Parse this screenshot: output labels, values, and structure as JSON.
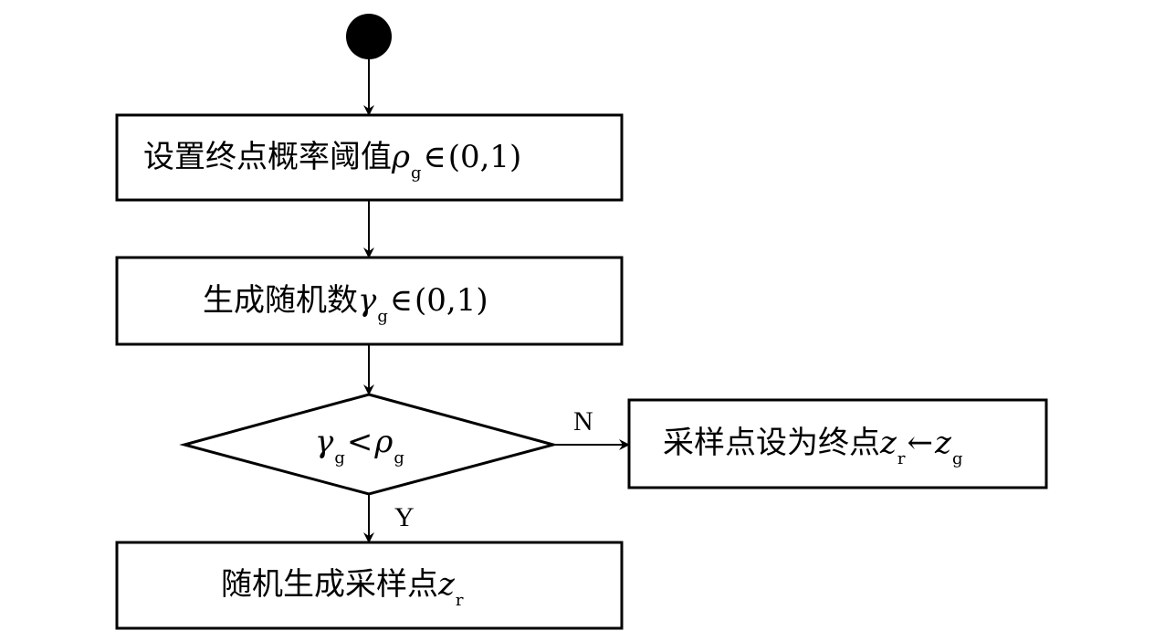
{
  "diagram": {
    "box1": {
      "text": "设置终点概率阈值",
      "var": "ρ",
      "sub": "g",
      "rel": "∈",
      "range": "(0,1)"
    },
    "box2": {
      "text": "生成随机数",
      "var": "γ",
      "sub": "g",
      "rel": "∈",
      "range": "(0,1)"
    },
    "decision": {
      "lhs": "γ",
      "lhs_sub": "g",
      "op": "<",
      "rhs": "ρ",
      "rhs_sub": "g"
    },
    "branch_no": {
      "label": "N"
    },
    "branch_yes": {
      "label": "Y"
    },
    "box_no": {
      "text": "采样点设为终点",
      "lhs": "z",
      "lhs_sub": "r",
      "arrow": "←",
      "rhs": "z",
      "rhs_sub": "g"
    },
    "box_yes": {
      "text": "随机生成采样点",
      "var": "z",
      "sub": "r"
    }
  }
}
